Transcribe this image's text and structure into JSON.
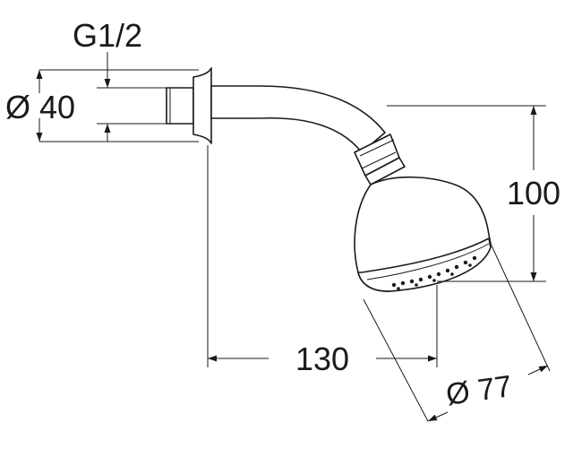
{
  "dimensions": {
    "thread": "G1/2",
    "arm_diameter": "Ø 40",
    "projection": "130",
    "height": "100",
    "head_diameter": "Ø 77"
  },
  "colors": {
    "line": "#1a1a1a",
    "background": "#ffffff"
  }
}
